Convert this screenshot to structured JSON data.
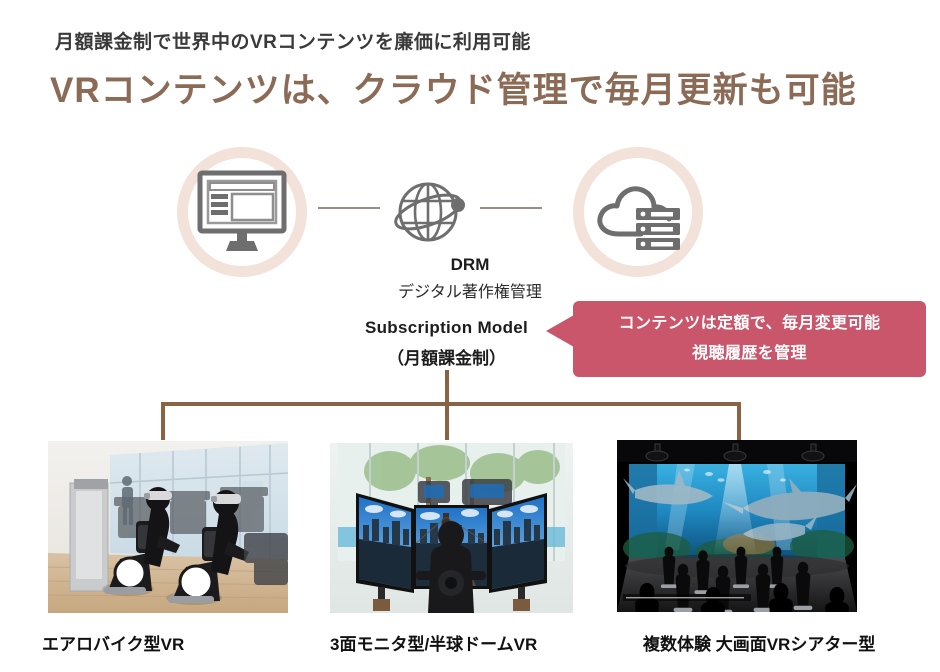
{
  "header": {
    "subtitle": "月額課金制で世界中のVRコンテンツを廉価に利用可能",
    "title": "VRコンテンツは、クラウド管理で毎月更新も可能"
  },
  "colors": {
    "title_brown": "#8b6a56",
    "ring_pink": "#f2e2da",
    "icon_gray": "#6e6e6e",
    "callout_red": "#c9566b",
    "connector_brown": "#8a6244",
    "subtitle_gray": "#3a3a3a"
  },
  "diagram": {
    "nodes": [
      {
        "id": "client",
        "icon": "monitor-icon",
        "ring": true
      },
      {
        "id": "drm",
        "icon": "globe-icon",
        "ring": false
      },
      {
        "id": "cloud",
        "icon": "cloud-server-icon",
        "ring": true
      }
    ],
    "drm_label": "DRM",
    "drm_sublabel": "デジタル著作権管理",
    "subscription_label": "Subscription Model",
    "subscription_sublabel": "（月額課金制）"
  },
  "callout": {
    "line1": "コンテンツは定額で、毎月変更可能",
    "line2": "視聴履歴を管理"
  },
  "products": [
    {
      "caption": "エアロバイク型VR",
      "scene": "gym-vr-exercise-bikes"
    },
    {
      "caption": "3面モニタ型/半球ドームVR",
      "scene": "triple-monitor-city-ride"
    },
    {
      "caption": "複数体験 大画面VRシアター型",
      "scene": "underwater-shark-theater"
    }
  ]
}
